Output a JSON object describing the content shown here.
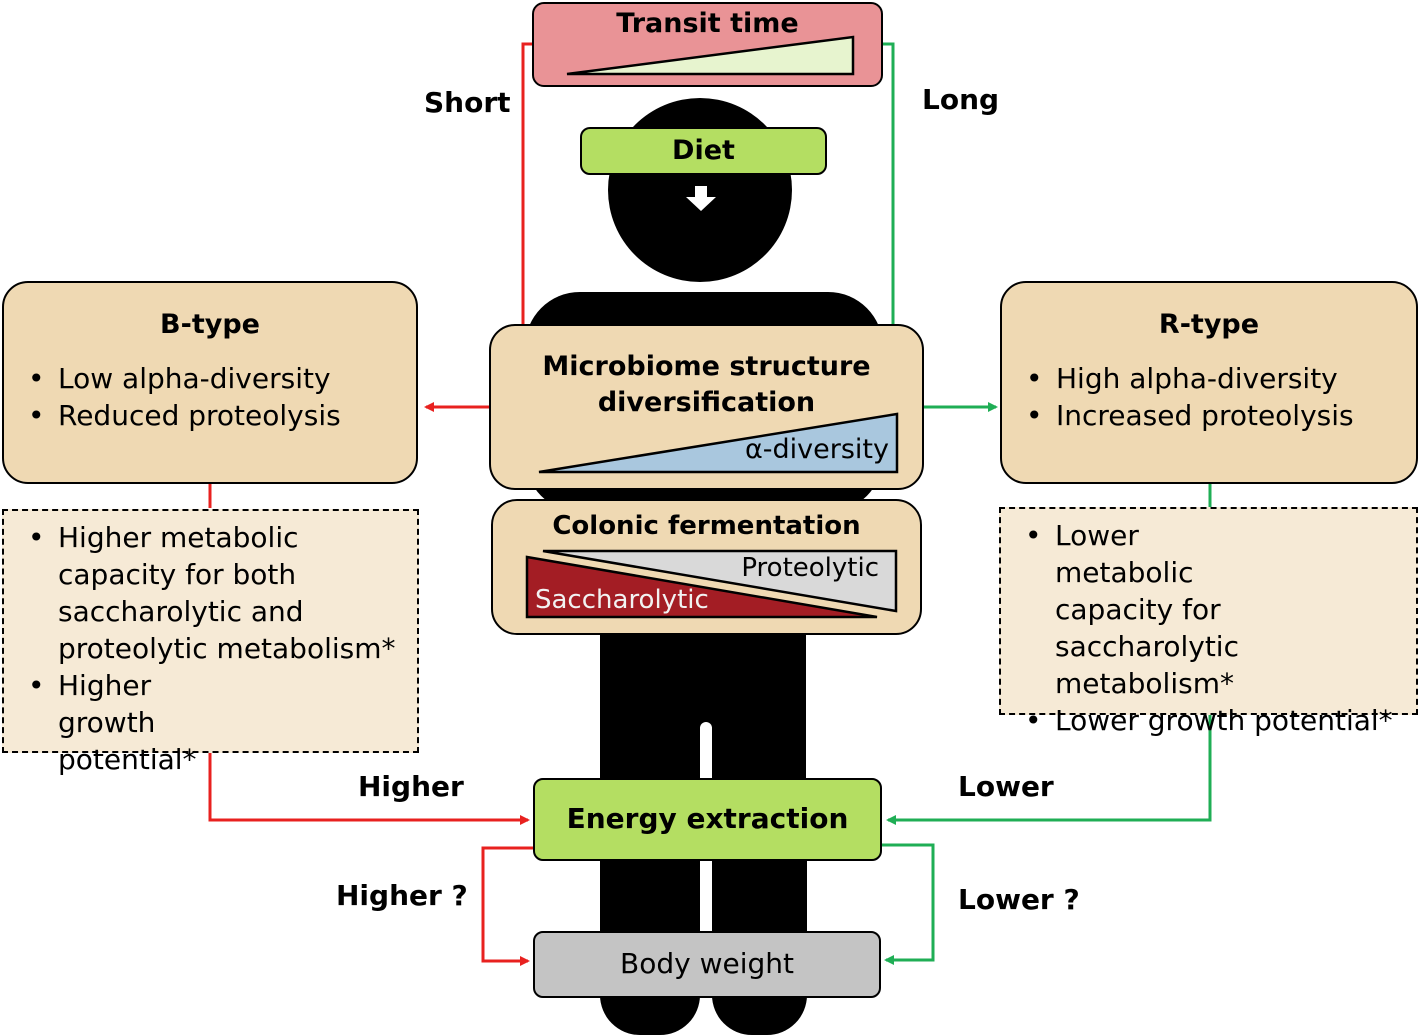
{
  "top": {
    "transit_time": "Transit time",
    "short": "Short",
    "long": "Long"
  },
  "diet": "Diet",
  "center": {
    "microbiome_line1": "Microbiome structure",
    "microbiome_line2": "diversification",
    "alpha_diversity": "α-diversity",
    "colonic_fermentation": "Colonic fermentation",
    "proteolytic": "Proteolytic",
    "saccharolytic": "Saccharolytic"
  },
  "b_type": {
    "title": "B-type",
    "items": [
      "Low alpha-diversity",
      "Reduced proteolysis"
    ],
    "details": [
      "Higher metabolic capacity for both saccharolytic and proteolytic metabolism*",
      "Higher growth potential*"
    ]
  },
  "r_type": {
    "title": "R-type",
    "items": [
      "High alpha-diversity",
      "Increased proteolysis"
    ],
    "details": [
      "Lower metabolic capacity for saccharolytic metabolism*",
      "Lower growth potential*"
    ]
  },
  "bottom": {
    "energy_extraction": "Energy extraction",
    "body_weight": "Body weight",
    "higher": "Higher",
    "lower": "Lower",
    "higher_q": "Higher ?",
    "lower_q": "Lower ?"
  },
  "colors": {
    "red": "#e8211f",
    "green": "#1fae55",
    "tan": "#efd9b3",
    "lime": "#b4de62",
    "pink": "#e99396",
    "alpha_blue": "#a9c7de",
    "sacch_red": "#a31d24",
    "proteo_grey": "#d9d9d9"
  }
}
